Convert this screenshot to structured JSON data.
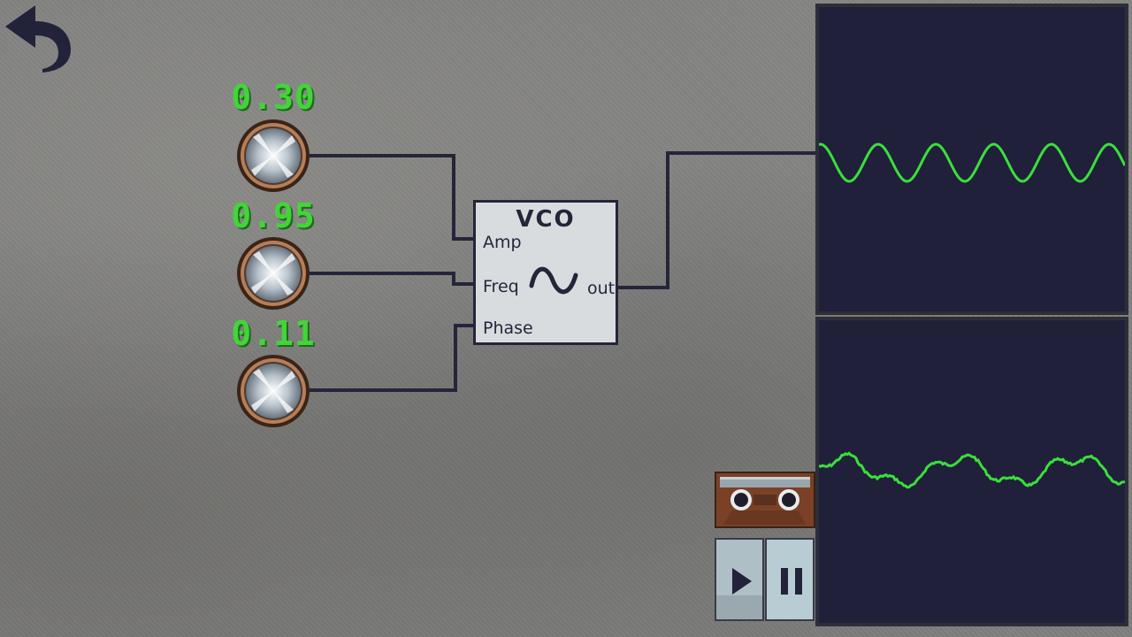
{
  "knobs": [
    {
      "name": "amp",
      "value": "0.30"
    },
    {
      "name": "freq",
      "value": "0.95"
    },
    {
      "name": "phase",
      "value": "0.11"
    }
  ],
  "vco": {
    "title": "VCO",
    "inputs": {
      "amp": "Amp",
      "freq": "Freq",
      "phase": "Phase"
    },
    "output": "out"
  },
  "colors": {
    "readout": "#43d43a",
    "waveform": "#39e03a",
    "wire": "#25253a",
    "scope_bg": "#20203a"
  },
  "icons": {
    "back": "back-arrow-icon",
    "play": "play-icon",
    "pause": "pause-icon",
    "cassette": "cassette-tape-icon",
    "sine": "sine-wave-icon"
  }
}
